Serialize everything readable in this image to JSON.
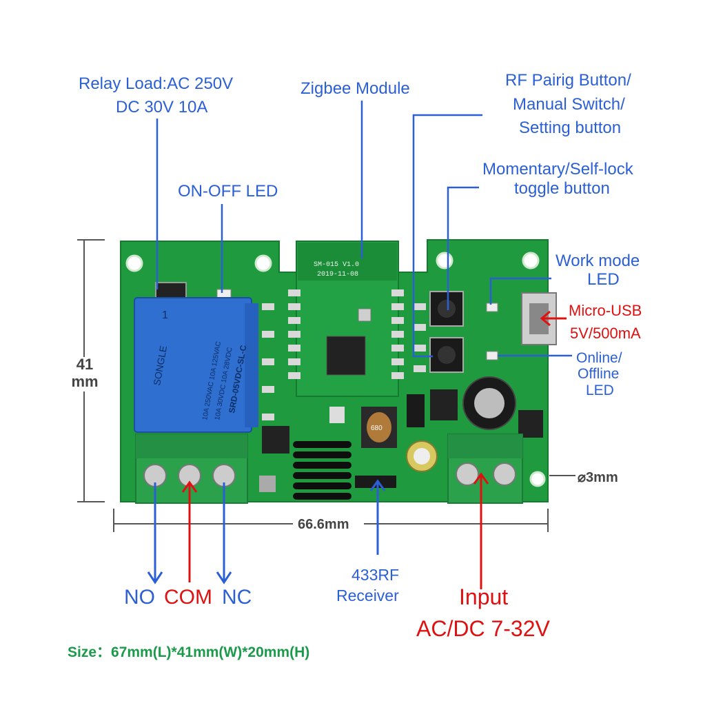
{
  "annotations": {
    "relay_load_line1": "Relay Load:AC 250V",
    "relay_load_line2": "DC 30V 10A",
    "on_off_led": "ON-OFF LED",
    "zigbee_module": "Zigbee Module",
    "rf_pairing_line1": "RF Pairig Button/",
    "rf_pairing_line2": "Manual Switch/",
    "rf_pairing_line3": "Setting button",
    "momentary_line1": "Momentary/Self-lock",
    "momentary_line2": "toggle button",
    "work_mode_line1": "Work mode",
    "work_mode_line2": "LED",
    "micro_usb_line1": "Micro-USB",
    "micro_usb_line2": "5V/500mA",
    "online_line1": "Online/",
    "online_line2": "Offline",
    "online_line3": "LED",
    "hole_size": "3mm",
    "height_dim_line1": "41",
    "height_dim_line2": "mm",
    "width_dim": "66.6mm",
    "terminal_no": "NO",
    "terminal_com": "COM",
    "terminal_nc": "NC",
    "rf_receiver_line1": "433RF",
    "rf_receiver_line2": "Receiver",
    "input_line1": "Input",
    "input_line2": "AC/DC 7-32V",
    "size_spec": "Size：67mm(L)*41mm(W)*20mm(H)"
  },
  "board_markings": {
    "module_model": "SM-015 V1.0",
    "module_date": "2019-11-08",
    "relay_brand": "SONGLE",
    "relay_model": "SRD-05VDC-SL-C",
    "relay_rating_1": "10A 250VAC  10A 125VAC",
    "relay_rating_2": "10A 30VDC  10A 28VDC",
    "inductor_code": "680",
    "relay_pin": "1"
  },
  "colors": {
    "annotation_blue": "#2b5fd6",
    "annotation_red": "#e01010",
    "pcb_green": "#1f9a3e",
    "relay_blue": "#2f6fd0",
    "terminal_green": "#2aa14a",
    "size_green": "#1a9a4a"
  }
}
